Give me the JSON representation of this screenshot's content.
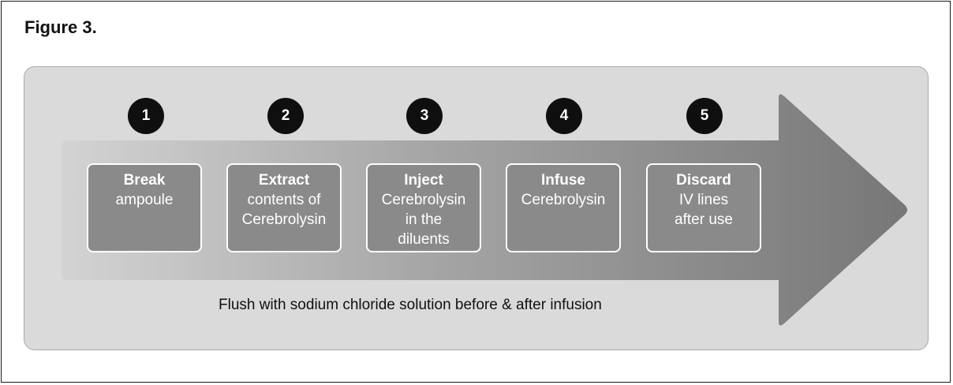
{
  "figure": {
    "title": "Figure 3."
  },
  "steps": [
    {
      "number": "1",
      "verb": "Break",
      "rest": "ampoule"
    },
    {
      "number": "2",
      "verb": "Extract",
      "rest": "contents of\nCerebrolysin"
    },
    {
      "number": "3",
      "verb": "Inject",
      "rest": "Cerebrolysin\nin the\ndiluents"
    },
    {
      "number": "4",
      "verb": "Infuse",
      "rest": "Cerebrolysin"
    },
    {
      "number": "5",
      "verb": "Discard",
      "rest": "IV lines\nafter use"
    }
  ],
  "footnote": "Flush with sodium chloride solution before & after infusion",
  "colors": {
    "panel": "#dadada",
    "arrow_light": "#d0d0d0",
    "arrow_dark": "#7a7a7a",
    "badge": "#0f0f0f",
    "step_box": "#8a8a8a"
  }
}
